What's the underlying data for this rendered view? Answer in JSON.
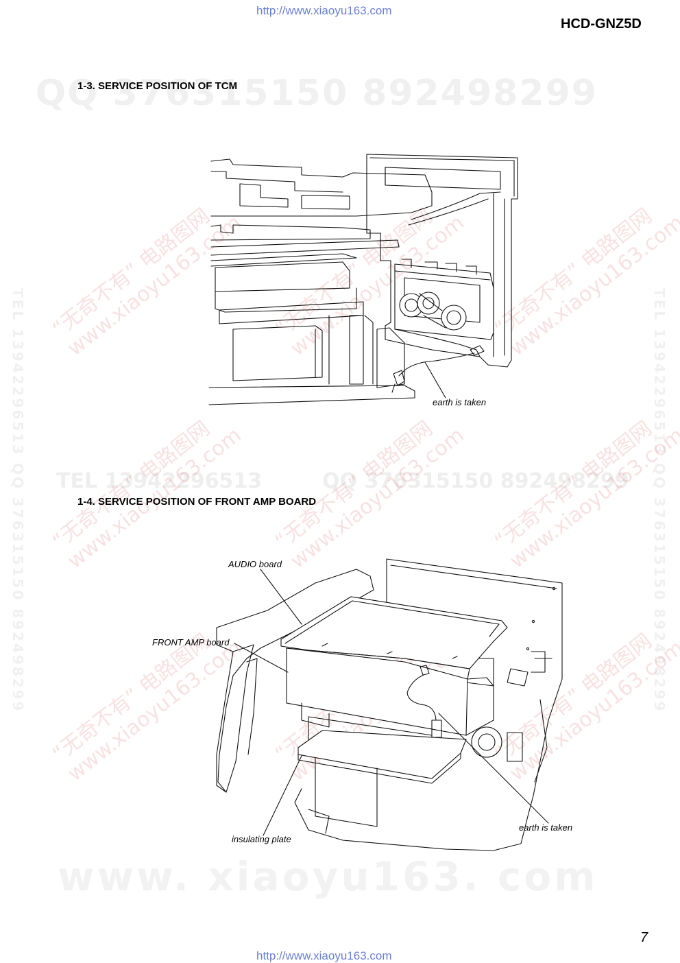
{
  "header": {
    "url": "http://www.xiaoyu163.com",
    "model": "HCD-GNZ5D"
  },
  "section_tcm": {
    "title": "1-3. SERVICE POSITION OF TCM",
    "labels": {
      "earth": "earth is taken"
    }
  },
  "section_front_amp": {
    "title": "1-4. SERVICE POSITION OF FRONT AMP BOARD",
    "labels": {
      "audio_board": "AUDIO board",
      "front_amp_board": "FRONT AMP board",
      "earth": "earth is taken",
      "insulating_plate": "insulating plate"
    }
  },
  "watermarks": {
    "qq_line": "QQ 376315150   892498299",
    "tel_line": "TEL 13942296513",
    "qq_line2": "QQ 376315150  892498299",
    "vertical_left": "TEL 13942296513  QQ 376315150  892498299",
    "vertical_right": "TEL 13942296513  QQ 376315150  892498299",
    "diag_cn": "“无奇不有” 电路图网",
    "diag_url": "www.xiaoyu163.com",
    "footer_url": "www. xiaoyu163. com"
  },
  "footer": {
    "page_number": "7",
    "url": "http://www.xiaoyu163.com"
  }
}
